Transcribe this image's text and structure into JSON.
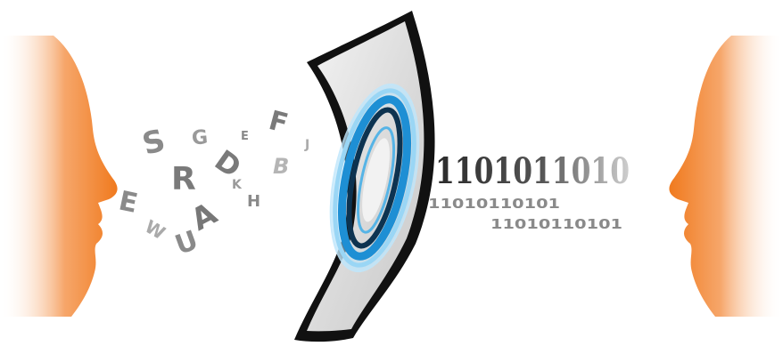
{
  "scene": {
    "letters": [
      "S",
      "G",
      "E",
      "F",
      "J",
      "D",
      "R",
      "B",
      "K",
      "E",
      "H",
      "A",
      "W",
      "U"
    ],
    "binary_lines": [
      "1101011010",
      "11010110101",
      "11010110101"
    ]
  },
  "colors": {
    "face_orange": "#f07a1e",
    "device_frame": "#111111",
    "device_panel": "#e6e6e6",
    "ring_blue": "#1e8fd4",
    "ring_dark": "#0d3350",
    "ring_light": "#8fd0f2",
    "letters_gray": "#888888",
    "binary_dark": "#333333"
  }
}
